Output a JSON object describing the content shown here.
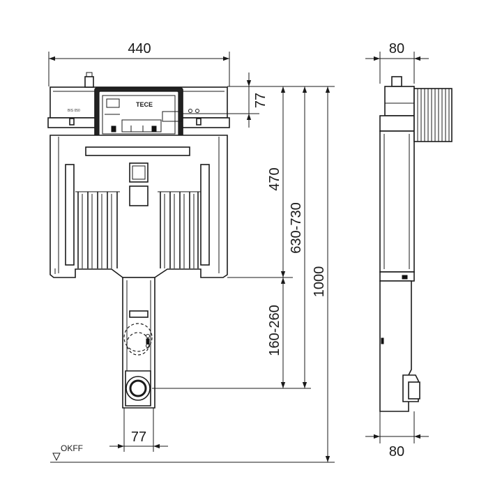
{
  "dimensions": {
    "width_front": "440",
    "depth_top": "80",
    "depth_bottom": "80",
    "top_section": "77",
    "frame_height": "470",
    "actuation_height": "630-730",
    "total_height": "1000",
    "outlet_height": "160-260",
    "outlet_offset": "77"
  },
  "labels": {
    "floor_level": "OKFF",
    "brand": "TECE",
    "panel_mark": "BIS 050"
  },
  "icons": {
    "floor_marker": "triangle-down-icon",
    "dimension_arrow": "arrowhead-icon"
  }
}
